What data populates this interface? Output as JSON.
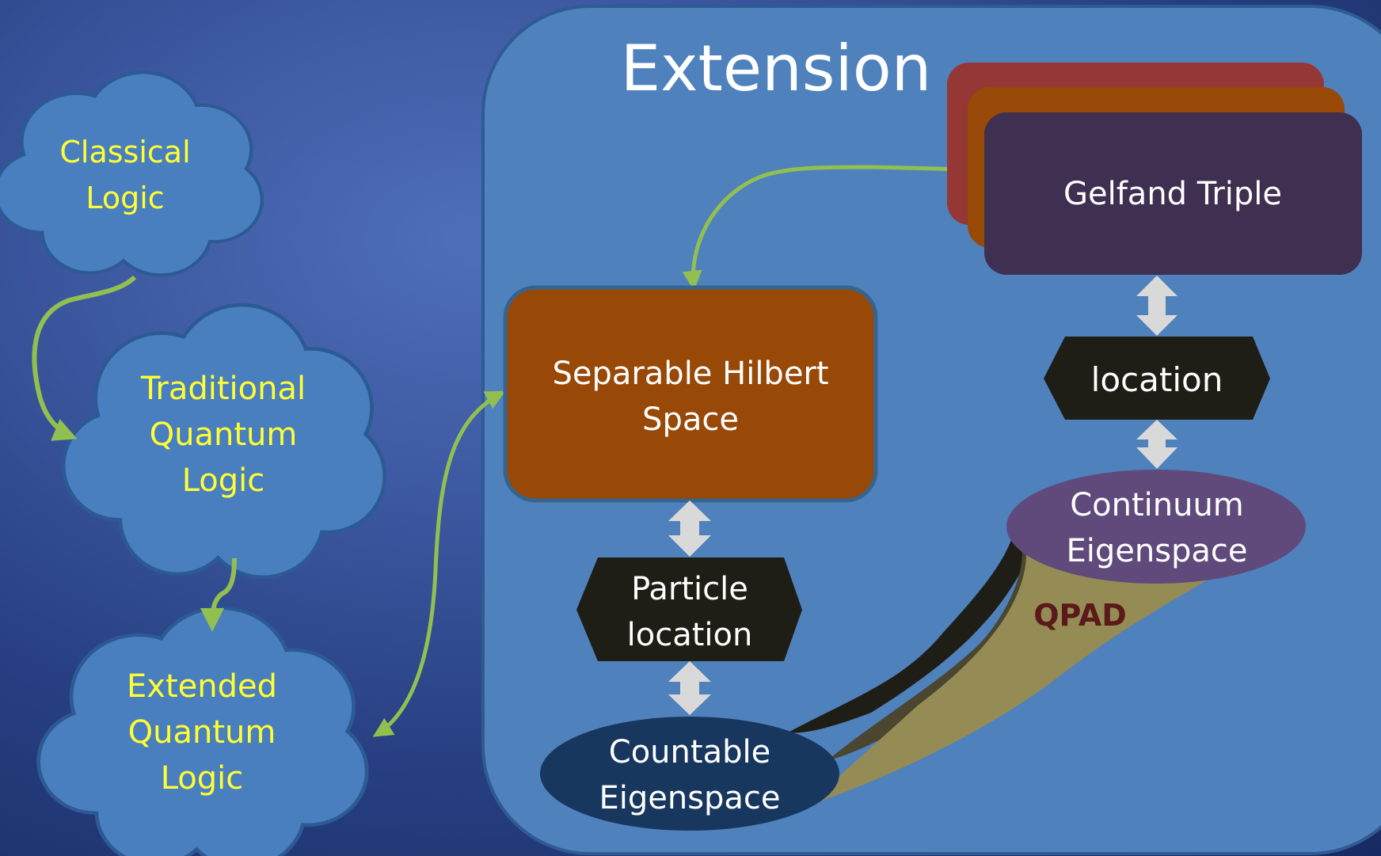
{
  "title": "Extension",
  "clouds": {
    "classical": [
      "Classical",
      "Logic"
    ],
    "traditional": [
      "Traditional",
      "Quantum",
      "Logic"
    ],
    "extended": [
      "Extended",
      "Quantum",
      "Logic"
    ]
  },
  "boxes": {
    "gelfand": "Gelfand Triple",
    "hilbert": [
      "Separable Hilbert",
      "Space"
    ]
  },
  "hexagons": {
    "right_location": "location",
    "particle": [
      "Particle",
      "location"
    ]
  },
  "ellipses": {
    "continuum": [
      "Continuum",
      "Eigenspace"
    ],
    "countable": [
      "Countable",
      "Eigenspace"
    ]
  },
  "qpad_label": "QPAD",
  "colors": {
    "cloud_fill": "#4a7fbf",
    "panel_fill": "#4f81bd",
    "hilbert_fill": "#984807",
    "gelfand_fill": "#3f2f50",
    "hex_fill": "#1e1e16",
    "continuum_fill": "#604a7b",
    "countable_fill": "#17375e",
    "arrow_green": "#92c050",
    "qpad_fill": "#958b55",
    "cloud_text": "#ffff33"
  }
}
